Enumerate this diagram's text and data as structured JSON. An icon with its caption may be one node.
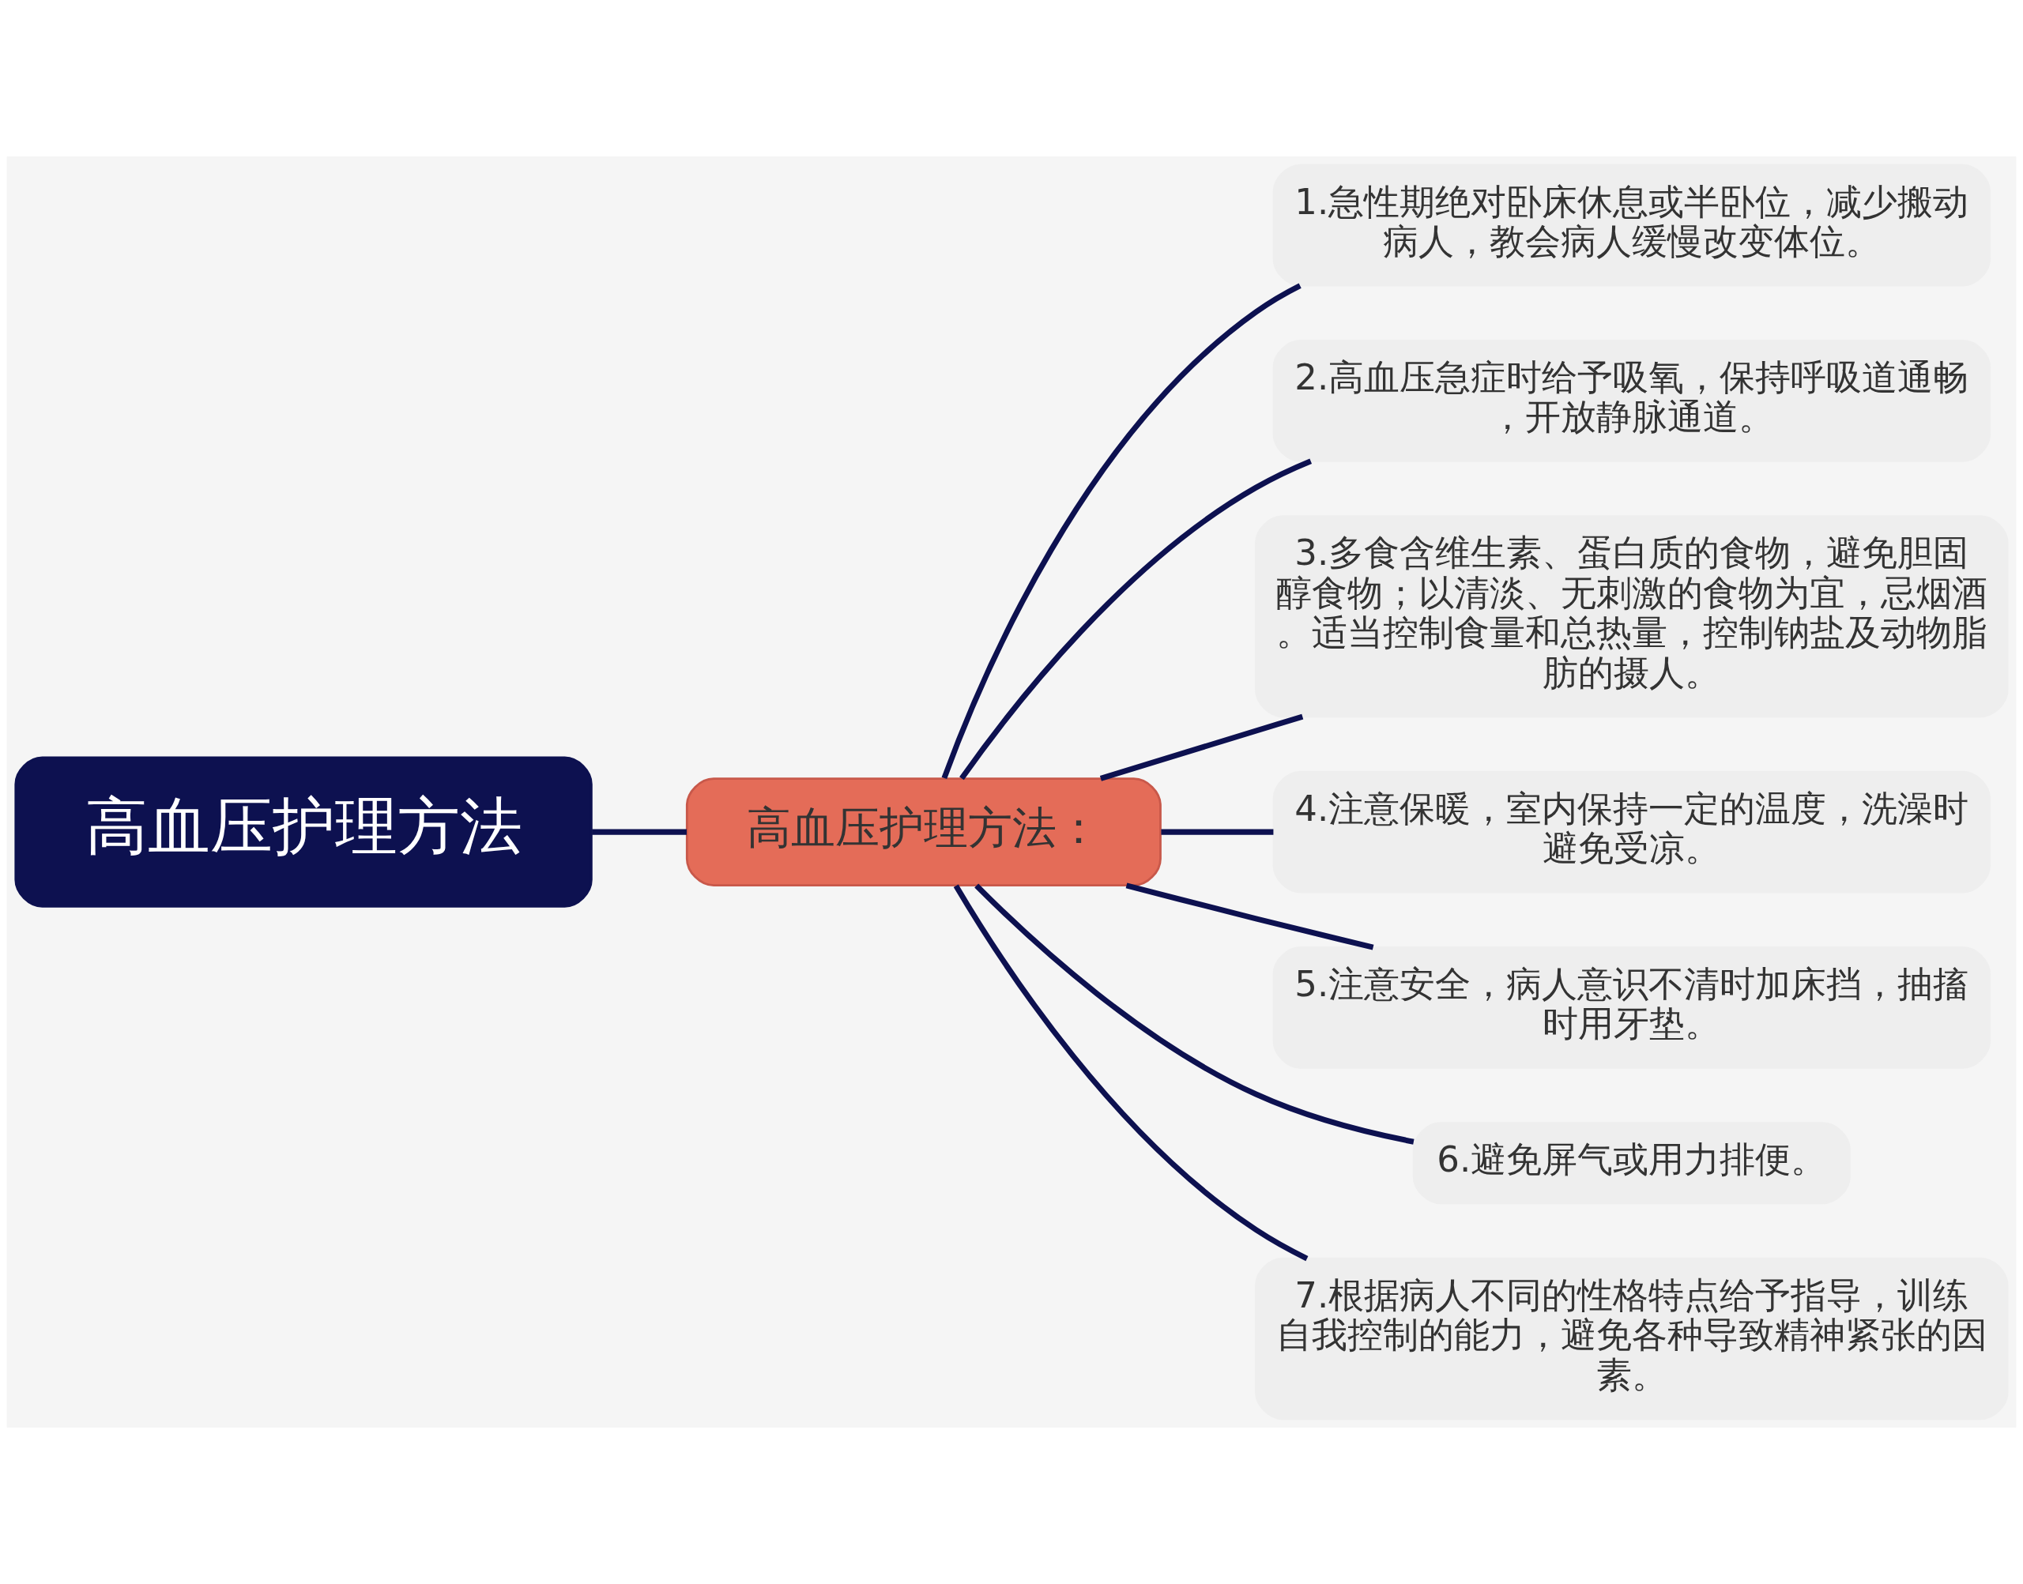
{
  "diagram": {
    "nodes": [
      {
        "text": [
          "高血压护理方法"
        ]
      },
      {
        "text": [
          "高血压护理方法："
        ]
      },
      {
        "text": [
          "1.急性期绝对卧床休息或半卧位，减少搬动病人，教会病人缓慢改变体位。"
        ]
      },
      {
        "text": [
          "2.高血压急症时给予吸氧，保持呼吸道通畅，开放静脉通道。"
        ]
      },
      {
        "text": [
          "3.多食含维生素、蛋白质的食物，避免胆固醇食物；以清淡、无刺激的食物为宜，忌烟酒。适当控制食量和总热量，控制钠盐及动物脂肪的摄人。"
        ]
      },
      {
        "text": [
          "4.注意保暖，室内保持一定的温度，洗澡时避免受凉。"
        ]
      },
      {
        "text": [
          "5.注意安全，病人意识不清时加床挡，抽搐时用牙垫。"
        ]
      },
      {
        "text": [
          "6.避免屏气或用力排便。"
        ]
      },
      {
        "text": [
          "7.根据病人不同的性格特点给予指导，训练自我控制的能力，避免各种导致精神紧张的因素。"
        ]
      }
    ],
    "edges": [
      {
        "from": 0,
        "to": 1,
        "arrow": "none"
      },
      {
        "from": 1,
        "to": 2,
        "arrow": "none"
      },
      {
        "from": 1,
        "to": 3,
        "arrow": "none"
      },
      {
        "from": 1,
        "to": 4,
        "arrow": "none"
      },
      {
        "from": 1,
        "to": 5,
        "arrow": "none"
      },
      {
        "from": 1,
        "to": 6,
        "arrow": "none"
      },
      {
        "from": 1,
        "to": 7,
        "arrow": "none"
      },
      {
        "from": 1,
        "to": 8,
        "arrow": "none"
      }
    ]
  }
}
